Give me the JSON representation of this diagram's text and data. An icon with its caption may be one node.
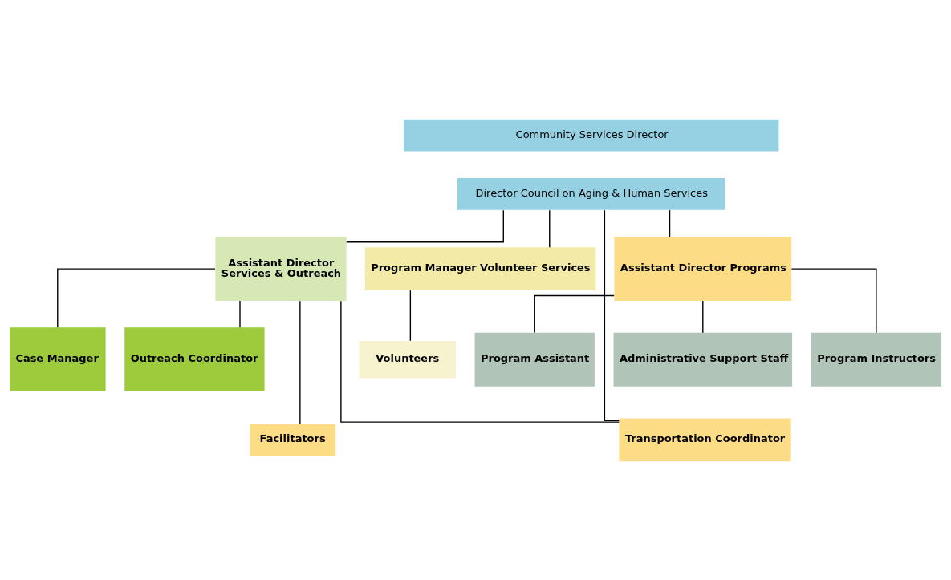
{
  "diagram": {
    "nodes": [
      {
        "text": [
          "Community Services Director"
        ]
      },
      {
        "text": [
          "Director Council on Aging & Human Services"
        ]
      },
      {
        "text": [
          "Assistant Director",
          "Services & Outreach"
        ]
      },
      {
        "text": [
          "Program Manager Volunteer Services"
        ]
      },
      {
        "text": [
          "Assistant Director Programs"
        ]
      },
      {
        "text": [
          "Case Manager"
        ]
      },
      {
        "text": [
          "Outreach Coordinator"
        ]
      },
      {
        "text": [
          "Facilitators"
        ]
      },
      {
        "text": [
          "Transportation Coordinator"
        ]
      },
      {
        "text": [
          "Volunteers"
        ]
      },
      {
        "text": [
          "Program Assistant"
        ]
      },
      {
        "text": [
          "Administrative Support Staff"
        ]
      },
      {
        "text": [
          "Program Instructors"
        ]
      }
    ],
    "edges": [
      {
        "from": 1,
        "to": 2,
        "arrow": "none"
      },
      {
        "from": 1,
        "to": 8,
        "arrow": "none"
      },
      {
        "from": 1,
        "to": 3,
        "arrow": "none"
      },
      {
        "from": 1,
        "to": 4,
        "arrow": "none"
      },
      {
        "from": 2,
        "to": 5,
        "arrow": "none"
      },
      {
        "from": 2,
        "to": 6,
        "arrow": "none"
      },
      {
        "from": 2,
        "to": 7,
        "arrow": "none"
      },
      {
        "from": 2,
        "to": 8,
        "arrow": "none"
      },
      {
        "from": 3,
        "to": 9,
        "arrow": "none"
      },
      {
        "from": 4,
        "to": 10,
        "arrow": "none"
      },
      {
        "from": 4,
        "to": 11,
        "arrow": "none"
      },
      {
        "from": 4,
        "to": 12,
        "arrow": "none"
      }
    ]
  }
}
